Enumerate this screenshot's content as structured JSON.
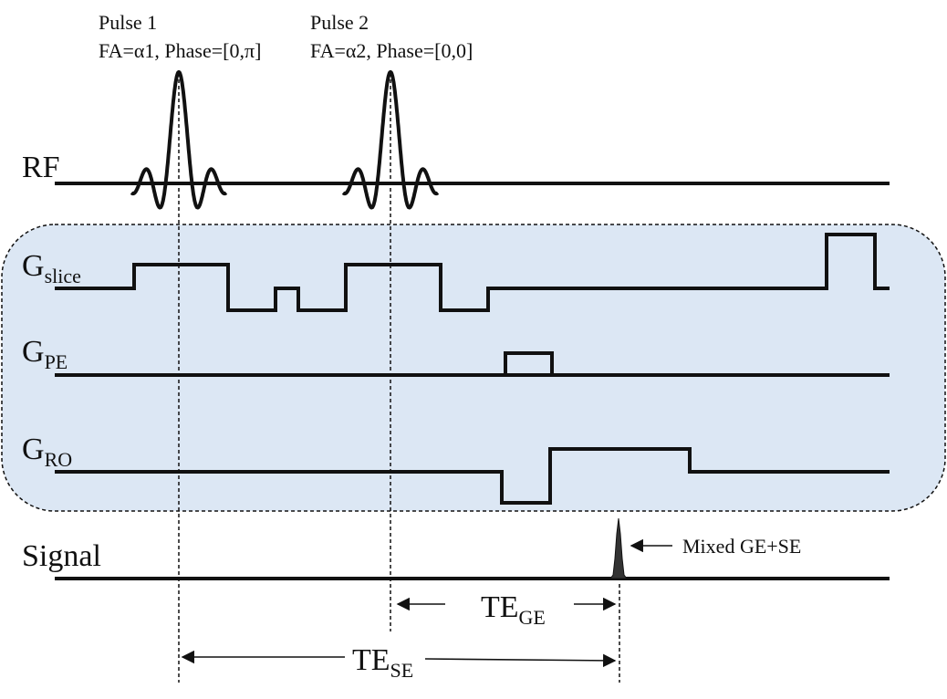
{
  "pulse1": {
    "title": "Pulse 1",
    "params": "FA=α1, Phase=[0,π]"
  },
  "pulse2": {
    "title": "Pulse 2",
    "params": "FA=α2, Phase=[0,0]"
  },
  "rows": {
    "rf": {
      "label": "RF"
    },
    "gslice": {
      "main": "G",
      "sub": "slice"
    },
    "gpe": {
      "main": "G",
      "sub": "PE"
    },
    "gro": {
      "main": "G",
      "sub": "RO"
    },
    "signal": {
      "label": "Signal"
    }
  },
  "echo_note": "Mixed GE+SE",
  "te_ge": {
    "main": "TE",
    "sub": "GE"
  },
  "te_se": {
    "main": "TE",
    "sub": "SE"
  },
  "colors": {
    "gradient_panel": "#dce7f4",
    "ink": "#111111"
  }
}
